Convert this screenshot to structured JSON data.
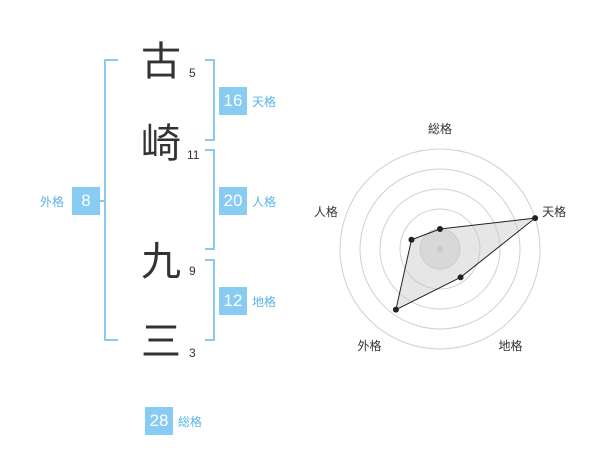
{
  "name": {
    "chars": [
      {
        "char": "古",
        "strokes": "5"
      },
      {
        "char": "崎",
        "strokes": "11"
      },
      {
        "char": "九",
        "strokes": "9"
      },
      {
        "char": "三",
        "strokes": "3"
      }
    ]
  },
  "fortune": {
    "tenkaku": {
      "value": "16",
      "label": "天格"
    },
    "jinkaku": {
      "value": "20",
      "label": "人格"
    },
    "chikaku": {
      "value": "12",
      "label": "地格"
    },
    "gaikaku": {
      "value": "8",
      "label": "外格"
    },
    "soukaku": {
      "value": "28",
      "label": "総格"
    }
  },
  "colors": {
    "badge": "#88ccf4",
    "badge_label": "#5ab4ea",
    "bracket": "#8cc9ee",
    "kanji": "#333333"
  },
  "chart_data": {
    "type": "radar",
    "axes": [
      "総格",
      "天格",
      "地格",
      "外格",
      "人格"
    ],
    "series": [
      {
        "values": [
          0.2,
          1.0,
          0.35,
          0.75,
          0.3
        ]
      }
    ],
    "grid": true
  }
}
